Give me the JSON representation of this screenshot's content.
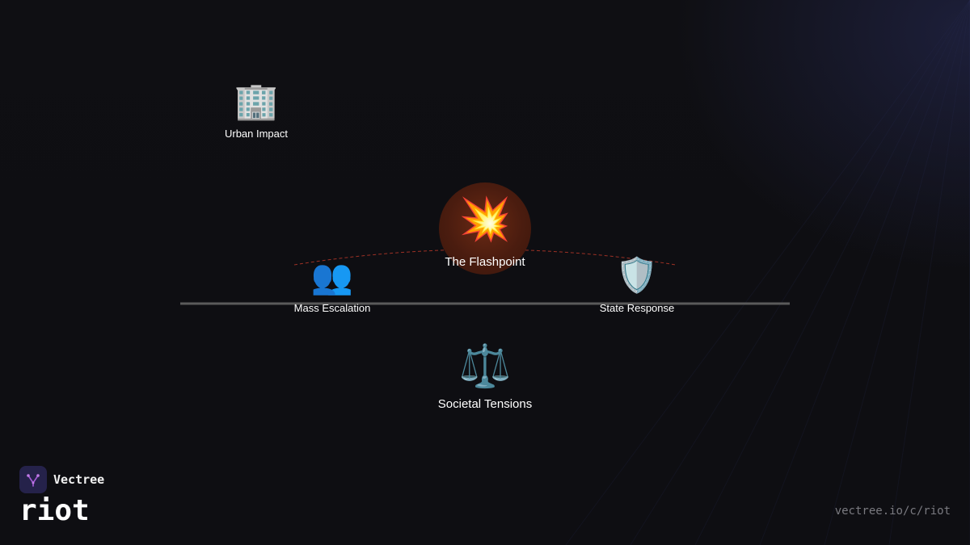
{
  "diagram": {
    "nodes": {
      "urban_impact": {
        "label": "Urban Impact",
        "icon": "office-building-icon",
        "glyph": "🏢"
      },
      "flashpoint": {
        "label": "The Flashpoint",
        "icon": "collision-icon",
        "glyph": "💥"
      },
      "mass_escalation": {
        "label": "Mass Escalation",
        "icon": "people-icon",
        "glyph": "👥"
      },
      "state_response": {
        "label": "State Response",
        "icon": "shield-icon",
        "glyph": "🛡️"
      },
      "societal_tensions": {
        "label": "Societal Tensions",
        "icon": "balance-scale-icon",
        "glyph": "⚖️"
      }
    },
    "colors": {
      "background": "#0f0f13",
      "flashpoint_orb": "#4a1c0f",
      "arc": "#c0392b",
      "axis": "#555555"
    }
  },
  "branding": {
    "name": "Vectree",
    "topic": "riot",
    "url": "vectree.io/c/riot",
    "logo_icon": "vectree-logo-icon"
  }
}
